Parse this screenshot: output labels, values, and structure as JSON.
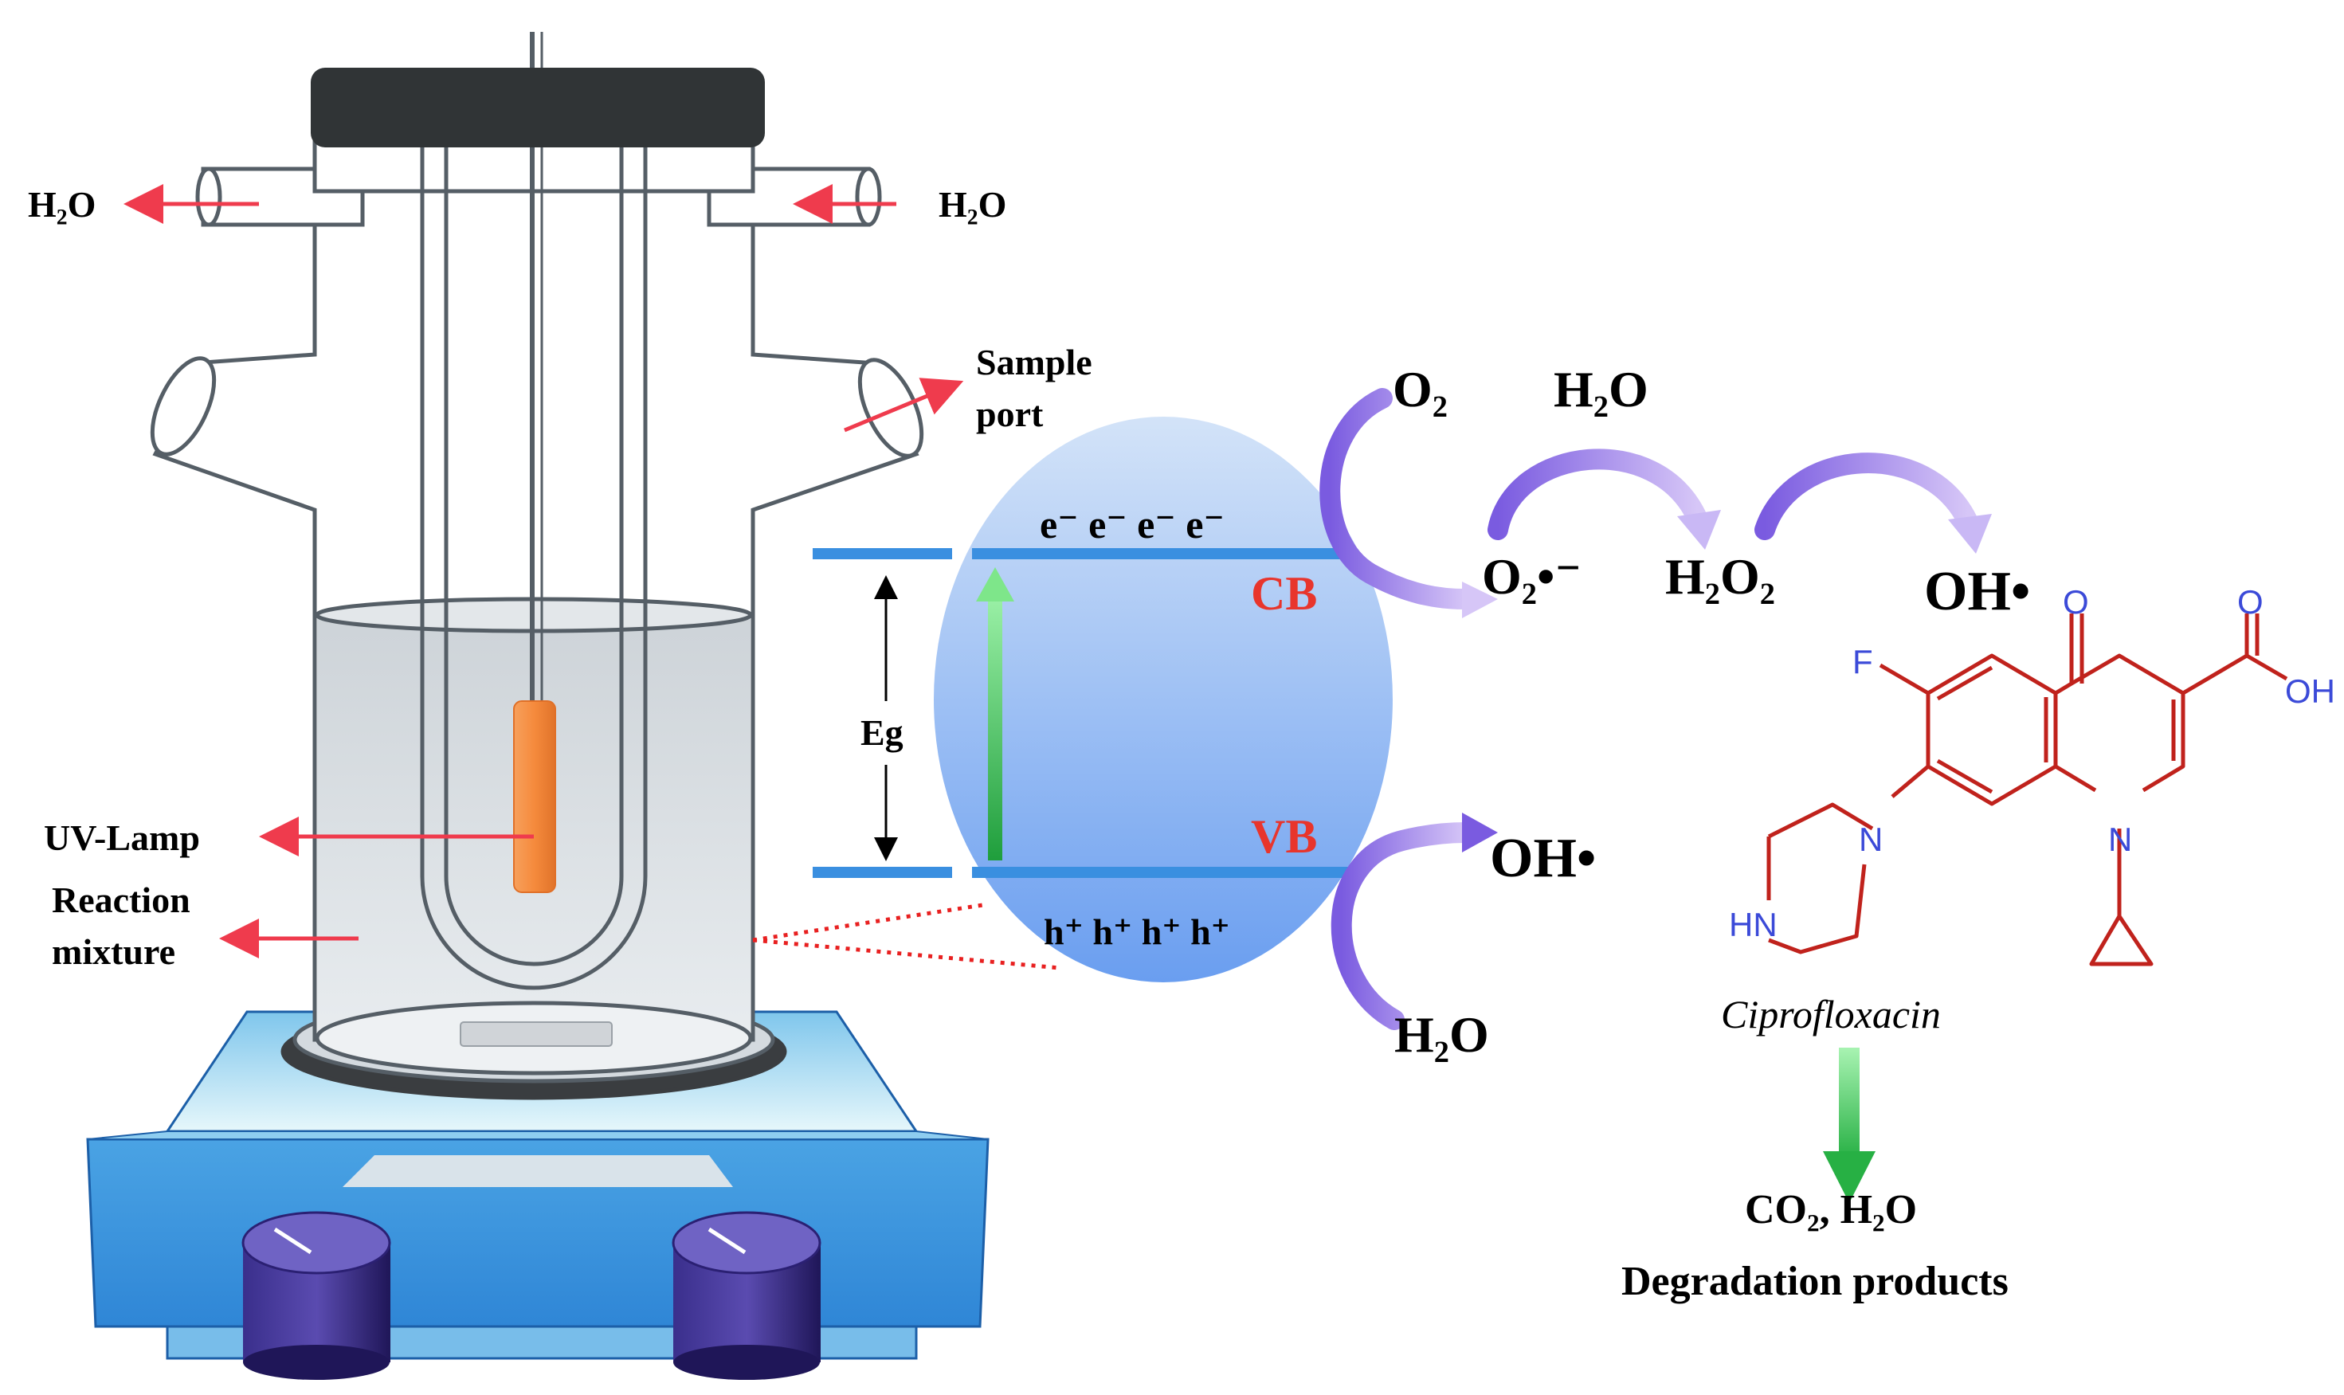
{
  "colors": {
    "glass_outline": "#555e66",
    "cap": "#303436",
    "red_arrow": "#ef3b4d",
    "lamp_orange": "#f58a3c",
    "band_line": "#3a8fe0",
    "ellipse_top": "#c9dcf5",
    "ellipse_bottom": "#6a9ef0",
    "band_label": "#e8352c",
    "green_arrow": "#2ec24a",
    "purple_arrow": "#8f73e8",
    "molecule_bond": "#c0221c",
    "molecule_hetero": "#3b4ad8",
    "stirrer_top": "#bde6f4",
    "stirrer_side": "#2f86d6",
    "knob": "#2b2073"
  },
  "reactor": {
    "water_out": "H₂O",
    "water_in": "H₂O",
    "sample_port": [
      "Sample",
      "port"
    ],
    "uv_lamp": "UV-Lamp",
    "reaction_mixture": [
      "Reaction",
      "mixture"
    ]
  },
  "band": {
    "electrons": "e⁻ e⁻ e⁻ e⁻",
    "holes": "h⁺ h⁺ h⁺ h⁺",
    "cb": "CB",
    "vb": "VB",
    "eg": "Eg"
  },
  "reactions": {
    "o2": "O₂",
    "h2o_top": "H₂O",
    "superoxide": "O₂•⁻",
    "h2o2": "H₂O₂",
    "oh_top": "OH•",
    "oh_bottom": "OH•",
    "h2o_bottom": "H₂O"
  },
  "molecule": {
    "name": "Ciprofloxacin",
    "atoms": {
      "o_top": "O",
      "o_acid": "O",
      "oh": "OH",
      "f": "F",
      "n_pip": "N",
      "hn": "HN",
      "n_ring": "N"
    }
  },
  "products": {
    "line1": "CO₂, H₂O",
    "line2": "Degradation products"
  }
}
